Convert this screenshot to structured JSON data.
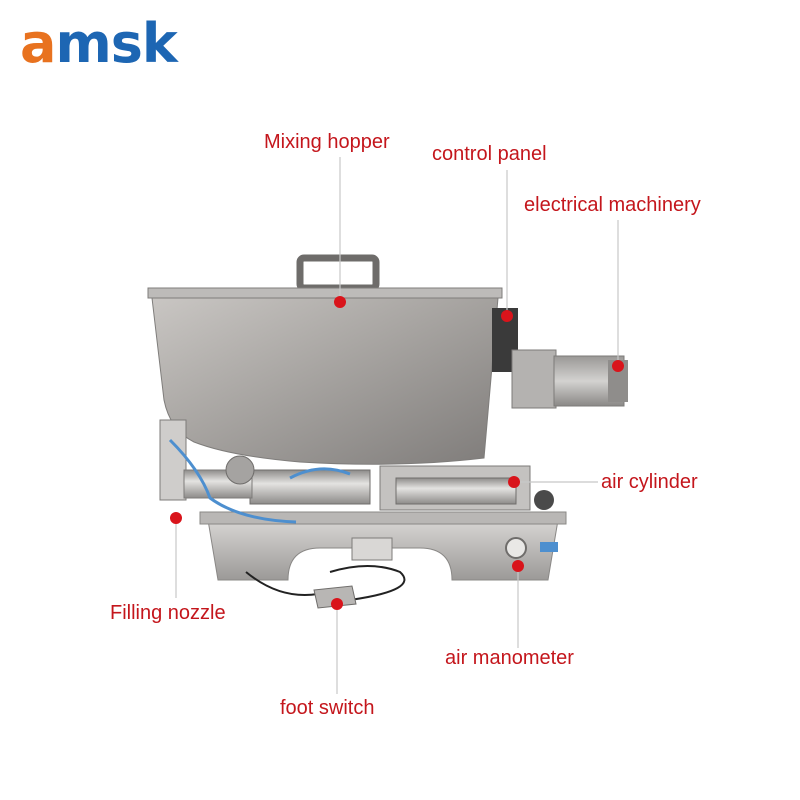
{
  "logo": {
    "first": "a",
    "rest": "msk",
    "colors": {
      "first": "#e8721f",
      "rest": "#1d66b3"
    }
  },
  "labels": {
    "mixing_hopper": "Mixing hopper",
    "control_panel": "control panel",
    "electrical_machinery": "electrical machinery",
    "air_cylinder": "air cylinder",
    "filling_nozzle": "Filling nozzle",
    "air_manometer": "air manometer",
    "foot_switch": "foot switch"
  },
  "colors": {
    "label": "#c4161c",
    "marker": "#d9141b",
    "leader": "#c8c8c8"
  }
}
